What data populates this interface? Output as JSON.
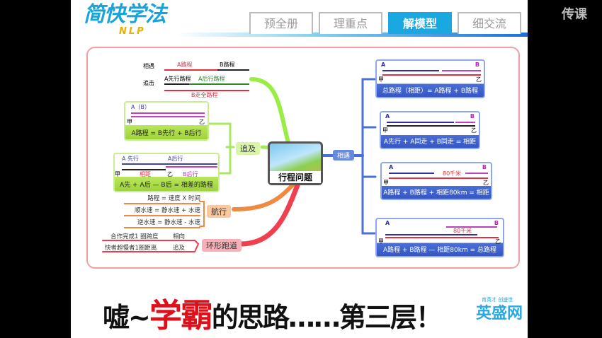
{
  "header": {
    "logo": "简快学法",
    "logo_sub": "NLP",
    "watermark": "传课",
    "tabs": [
      {
        "label": "预全册"
      },
      {
        "label": "理重点"
      },
      {
        "label": "解模型",
        "active": true
      },
      {
        "label": "细交流"
      }
    ]
  },
  "mindmap": {
    "center": "行程问题",
    "left_top": {
      "labels": [
        "相遇",
        "追击"
      ],
      "bars": [
        "A路程",
        "B路程",
        "A先行路程",
        "A后行路程",
        "B走全路程"
      ]
    },
    "chase": {
      "label": "追及",
      "box1": {
        "title": "A（B）",
        "start": "甲",
        "end": "乙",
        "caption": "A路程 = B先行 + B后行"
      },
      "box2": {
        "a1": "A 先行",
        "a2": "A后行",
        "gap": "相距",
        "b": "B后行",
        "start": "甲",
        "mid": "乙",
        "caption": "A先 + A后 — B后 = 相差的路程"
      }
    },
    "boat": {
      "label": "航行",
      "items": [
        "路程 = 速度 X 时间",
        "顺水速 = 静水速 + 水速",
        "逆水速 = 静水速 - 水速"
      ]
    },
    "ring": {
      "label": "环形跑道",
      "items": [
        {
          "text": "合作完成1 圈跨度",
          "tag": "相向"
        },
        {
          "text": "快者超慢者1圈距离",
          "tag": "追及"
        }
      ]
    },
    "meet": {
      "label": "相遇",
      "boxes": [
        {
          "a": "A",
          "b": "B",
          "start": "甲",
          "end": "乙",
          "caption": "总路程（相距）= A路程 + B路程"
        },
        {
          "a": "A",
          "b": "B",
          "start": "甲",
          "end": "乙",
          "caption": "A先行 + A同走 + B同走 = 相距"
        },
        {
          "a": "A",
          "b": "B",
          "start": "甲",
          "end": "乙",
          "gap": "80千米",
          "caption": "A路程 + B路程 + 相距80km = 相距"
        },
        {
          "a": "A",
          "b": "B",
          "start": "甲",
          "end": "乙",
          "gap": "80千米",
          "caption": "A路程 + B路程 — 相距80km = 总路程"
        }
      ]
    }
  },
  "slogan": {
    "pre": "嘘~",
    "red": "学霸",
    "post": "的思路……第三层！"
  },
  "brand": {
    "name": "英盛网",
    "tagline": "育英才 创盛世"
  }
}
